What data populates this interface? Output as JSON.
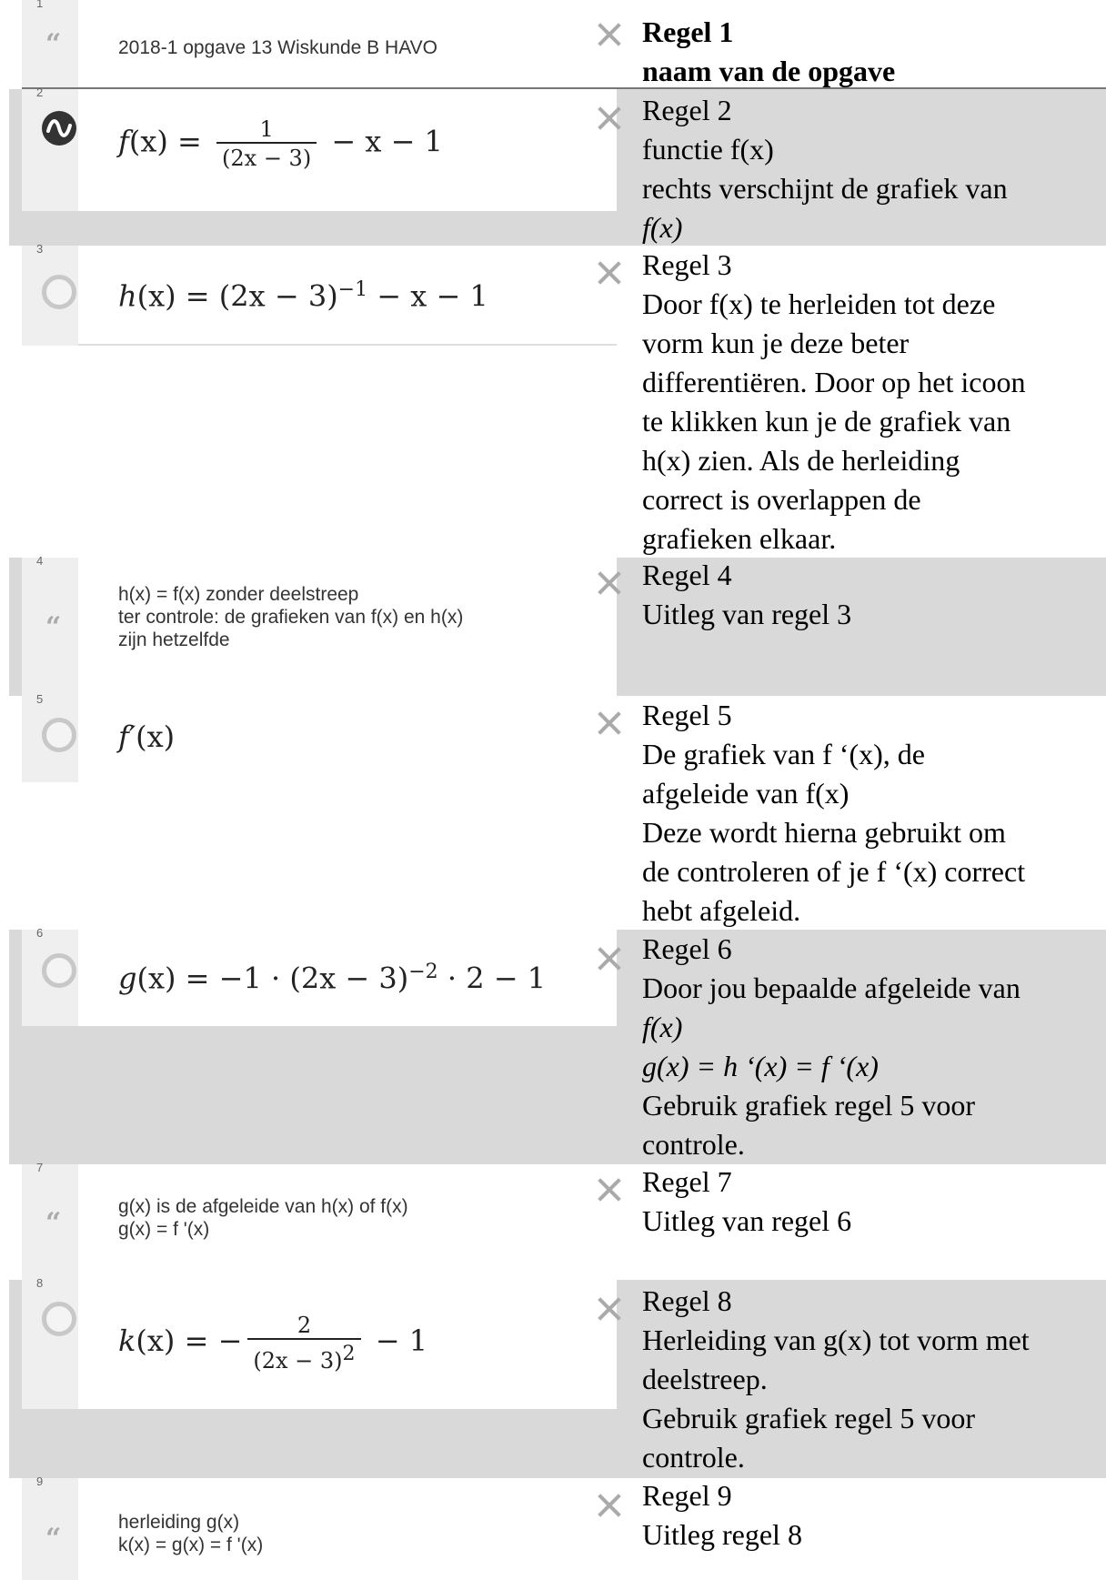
{
  "rows": [
    {
      "num": "1",
      "icon": "quote-icon",
      "text": [
        "2018-1 opgave 13 Wiskunde B HAVO"
      ],
      "expl": [
        "Regel 1",
        "naam van de opgave"
      ]
    },
    {
      "num": "2",
      "icon": "wave-icon",
      "math": "f(x) = 1/(2x − 3) − x − 1",
      "expl": [
        "Regel 2",
        "functie f(x)",
        "rechts verschijnt de grafiek van",
        "f(x)"
      ]
    },
    {
      "num": "3",
      "icon": "circle-icon",
      "math": "h(x) = (2x − 3)^−1 − x − 1",
      "expl": [
        "Regel 3",
        "Door f(x) te herleiden tot deze",
        "vorm kun je deze beter",
        "differentiëren. Door op het icoon",
        "te klikken kun je de grafiek van",
        "h(x) zien. Als de herleiding",
        "correct is overlappen de",
        "grafieken elkaar."
      ]
    },
    {
      "num": "4",
      "icon": "quote-icon",
      "text": [
        "h(x) = f(x)   zonder deelstreep",
        "ter controle: de grafieken van f(x) en h(x)",
        "zijn hetzelfde"
      ],
      "expl": [
        "Regel 4",
        "Uitleg van regel 3"
      ]
    },
    {
      "num": "5",
      "icon": "circle-icon",
      "math": "f′(x)",
      "expl": [
        "Regel 5",
        "De grafiek van f ‘(x), de",
        "afgeleide van f(x)",
        "Deze wordt hierna gebruikt om",
        "de controleren of je f ‘(x) correct",
        "hebt afgeleid."
      ]
    },
    {
      "num": "6",
      "icon": "circle-icon",
      "math": "g(x) = −1 · (2x − 3)^−2 · 2 − 1",
      "expl": [
        "Regel 6",
        "Door jou bepaalde afgeleide van",
        "f(x)",
        "g(x) = h ‘(x) = f ‘(x)",
        "Gebruik grafiek regel 5 voor",
        "controle."
      ]
    },
    {
      "num": "7",
      "icon": "quote-icon",
      "text": [
        "g(x) is de afgeleide van h(x) of f(x)",
        "g(x) = f '(x)"
      ],
      "expl": [
        "Regel 7",
        "Uitleg van regel 6"
      ]
    },
    {
      "num": "8",
      "icon": "circle-icon",
      "math": "k(x) = − 2/(2x − 3)^2 − 1",
      "expl": [
        "Regel 8",
        "Herleiding van g(x) tot vorm met",
        "deelstreep.",
        "Gebruik grafiek regel 5 voor",
        "controle."
      ]
    },
    {
      "num": "9",
      "icon": "quote-icon",
      "text": [
        "herleiding g(x)",
        "k(x) = g(x) = f '(x)"
      ],
      "expl": [
        "Regel 9",
        "Uitleg regel 8"
      ]
    }
  ],
  "math_parts": {
    "f_lhs": "f",
    "f_arg": "(x)",
    "f_eq": " = ",
    "f_num": "1",
    "f_den": "(2x − 3)",
    "f_tail": " − x − 1",
    "h_lhs": "h",
    "h_arg": "(x)",
    "h_eq": " = (2x − 3)",
    "h_exp": "−1",
    "h_tail": " − x − 1",
    "fp": "f′",
    "fp_arg": "(x)",
    "g_lhs": "g",
    "g_arg": "(x)",
    "g_body": " = −1 · (2x − 3)",
    "g_exp": "−2",
    "g_tail": " · 2 − 1",
    "k_lhs": "k",
    "k_arg": "(x)",
    "k_eq": " = −",
    "k_num": "2",
    "k_den": "(2x − 3)",
    "k_den_exp": "2",
    "k_tail": " − 1"
  }
}
